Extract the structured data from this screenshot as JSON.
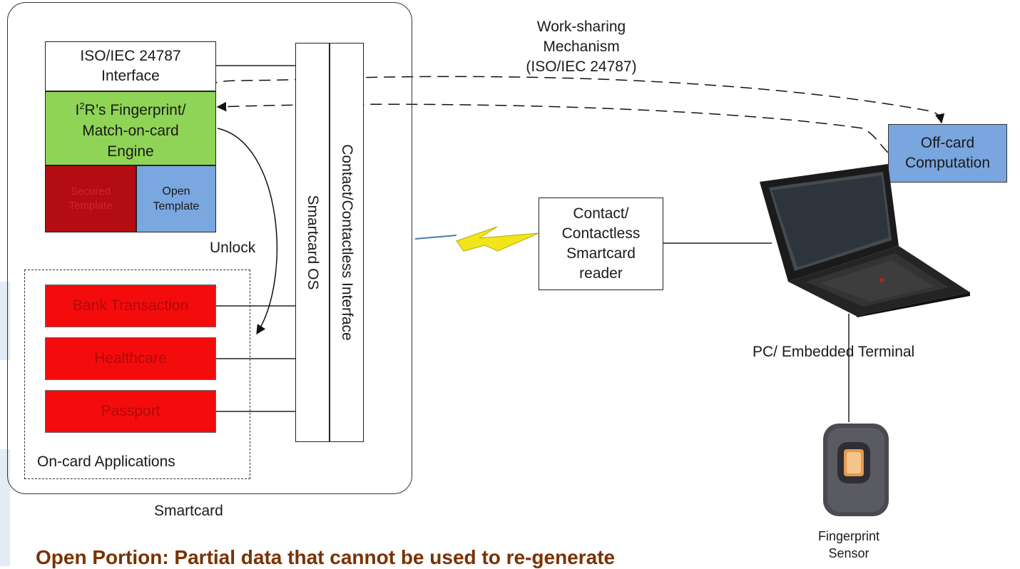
{
  "diagram": {
    "smartcard_label": "Smartcard",
    "iso_interface": "ISO/IEC 24787\nInterface",
    "engine": {
      "part1": "I",
      "superscript": "2",
      "part2": "R’s Fingerprint/\nMatch-on-card\nEngine"
    },
    "secured_template": "Secured\nTemplate",
    "open_template": "Open\nTemplate",
    "unlock": "Unlock",
    "applications": [
      "Bank Transaction",
      "Healthcare",
      "Passport"
    ],
    "on_card_applications": "On-card Applications",
    "smartcard_os": "Smartcard OS",
    "contact_interface": "Contact/Contactless Interface",
    "work_sharing": "Work-sharing\nMechanism\n(ISO/IEC 24787)",
    "reader": "Contact/\nContactless\nSmartcard\nreader",
    "off_card": "Off-card\nComputation",
    "terminal": "PC/ Embedded Terminal",
    "sensor": "Fingerprint\nSensor",
    "banner": "Open Portion: Partial data that cannot be used to re-generate"
  },
  "colors": {
    "engine": "#8fd456",
    "secured": "#b30d13",
    "open": "#7aa7e0",
    "application": "#f40c0c",
    "offcard": "#79a6de",
    "lightning": "#f2e61a",
    "banner": "#7a3200"
  }
}
